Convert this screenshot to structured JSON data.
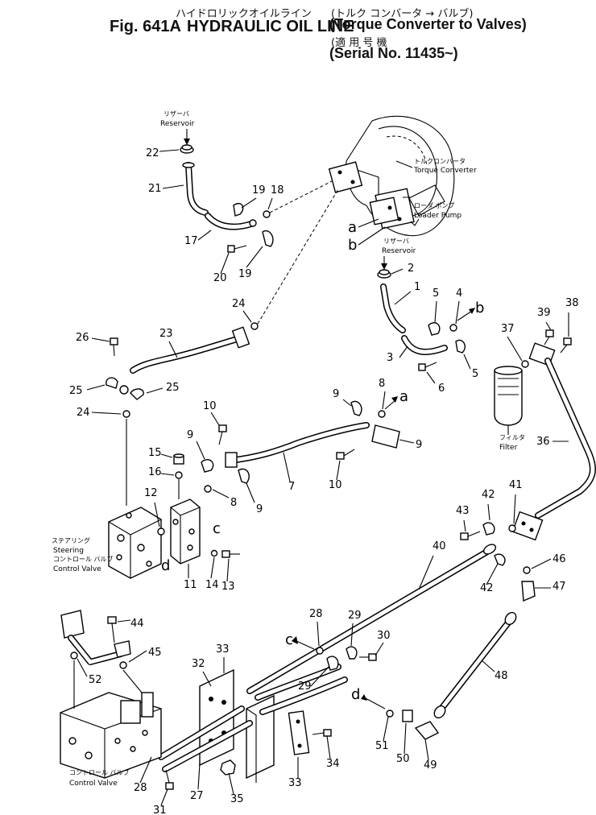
{
  "header": {
    "figure": "Fig. 641A",
    "title_en": "HYDRAULIC OIL LINE",
    "title_jp": "ハイドロリックオイルライン",
    "route_jp": "(トルク コンバータ → バルブ)",
    "route_en": "(Torque Converter to Valves)",
    "serial_jp": "(適 用 号 機",
    "serial_en": "(Serial No. 11435~)"
  },
  "labels": {
    "reservoir_jp": "リザーバ",
    "reservoir_en": "Reservoir",
    "torque_converter_jp": "トルクコンバータ",
    "torque_converter_en": "Torque Converter",
    "loader_pump_jp": "ローダ ポンプ",
    "loader_pump_en": "Loader Pump",
    "filter_jp": "フィルタ",
    "filter_en": "Filter",
    "steering_jp": "ステアリング",
    "steering_en": "Steering",
    "steering_control_jp": "コントロール バルブ",
    "steering_control_en": "Control Valve",
    "control_valve_jp": "コントロール バルブ",
    "control_valve_en": "Control Valve"
  },
  "connection_letters": [
    "a",
    "b",
    "c",
    "d"
  ],
  "part_numbers": [
    "1",
    "2",
    "3",
    "4",
    "5",
    "6",
    "7",
    "8",
    "9",
    "10",
    "11",
    "12",
    "13",
    "14",
    "15",
    "16",
    "17",
    "18",
    "19",
    "20",
    "21",
    "22",
    "23",
    "24",
    "25",
    "26",
    "27",
    "28",
    "29",
    "30",
    "31",
    "32",
    "33",
    "34",
    "35",
    "36",
    "37",
    "38",
    "39",
    "40",
    "41",
    "42",
    "43",
    "44",
    "45",
    "46",
    "47",
    "48",
    "49",
    "50",
    "51",
    "52"
  ]
}
